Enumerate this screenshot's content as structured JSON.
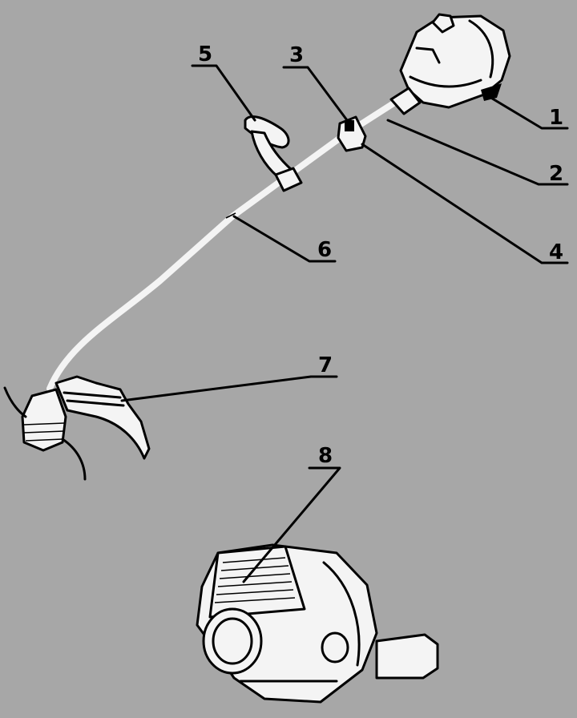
{
  "colors": {
    "background": "#a7a7a7",
    "ink": "#000000",
    "part_fill": "#f4f4f4"
  },
  "callouts": [
    {
      "id": "1",
      "label": "1"
    },
    {
      "id": "2",
      "label": "2"
    },
    {
      "id": "3",
      "label": "3"
    },
    {
      "id": "4",
      "label": "4"
    },
    {
      "id": "5",
      "label": "5"
    },
    {
      "id": "6",
      "label": "6"
    },
    {
      "id": "7",
      "label": "7"
    },
    {
      "id": "8",
      "label": "8"
    }
  ]
}
